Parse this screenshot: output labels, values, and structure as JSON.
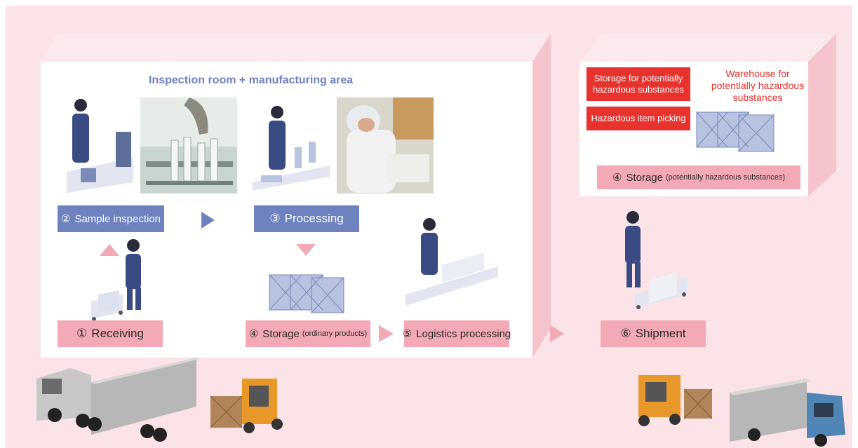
{
  "area_title": "Inspection room + manufacturing area",
  "steps": {
    "sample_inspection": {
      "num": "②",
      "label": "Sample inspection"
    },
    "processing": {
      "num": "③",
      "label": "Processing"
    },
    "receiving": {
      "num": "①",
      "label": "Receiving"
    },
    "storage_ordinary": {
      "num": "④",
      "label": "Storage",
      "sub": "(ordinary products)"
    },
    "logistics": {
      "num": "⑤",
      "label": "Logistics processing"
    },
    "shipment": {
      "num": "⑥",
      "label": "Shipment"
    },
    "storage_hazard": {
      "num": "④",
      "label": "Storage",
      "sub": "(potentially hazardous substances)"
    }
  },
  "hazard": {
    "storage_label": "Storage for potentially hazardous substances",
    "picking_label": "Hazardous item picking",
    "warehouse_label": "Warehouse for potentially hazardous substances"
  },
  "colors": {
    "background": "#fbe3e8",
    "blue_box": "#6e82bf",
    "pink_box": "#f3a9b6",
    "red_box": "#e8322d"
  }
}
